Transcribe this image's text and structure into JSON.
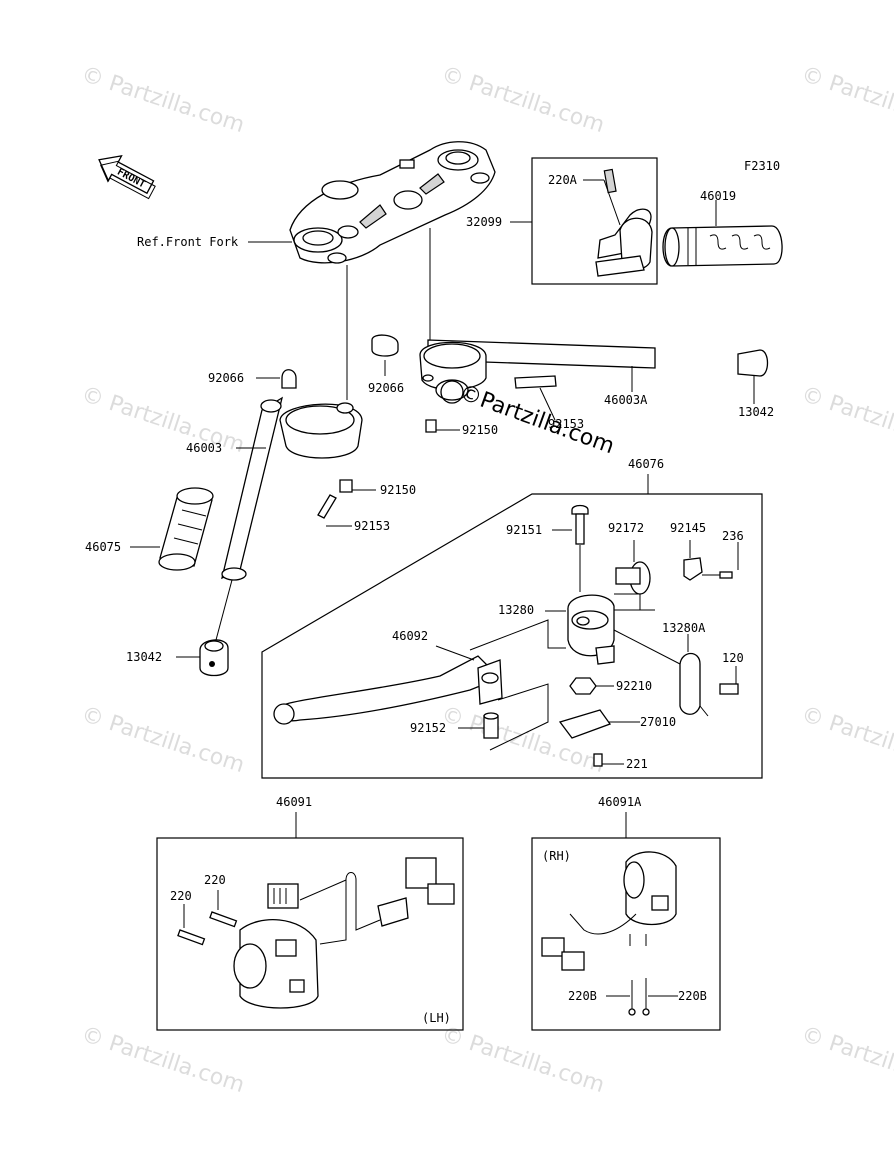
{
  "figure_code": "F2310",
  "front_arrow": "FRONT",
  "center_watermark": "©Partzilla.com",
  "bg_watermark": "© Partzilla.com",
  "side_labels": {
    "lh": "(LH)",
    "rh": "(RH)"
  },
  "labels": {
    "ref_front_fork": "Ref.Front Fork",
    "p220A": "220A",
    "p32099": "32099",
    "p46019": "46019",
    "p92066_left": "92066",
    "p92066_right": "92066",
    "p46003": "46003",
    "p46003A": "46003A",
    "p13042_right": "13042",
    "p92153_top": "92153",
    "p92150_top": "92150",
    "p92150_left": "92150",
    "p92153_left": "92153",
    "p46075": "46075",
    "p13042_left": "13042",
    "p46076": "46076",
    "p92151": "92151",
    "p92172": "92172",
    "p92145": "92145",
    "p236": "236",
    "p13280": "13280",
    "p13280A": "13280A",
    "p46092": "46092",
    "p120": "120",
    "p92210": "92210",
    "p27010": "27010",
    "p92152": "92152",
    "p221": "221",
    "p46091": "46091",
    "p46091A": "46091A",
    "p220_a": "220",
    "p220_b": "220",
    "p220B_left": "220B",
    "p220B_right": "220B"
  }
}
